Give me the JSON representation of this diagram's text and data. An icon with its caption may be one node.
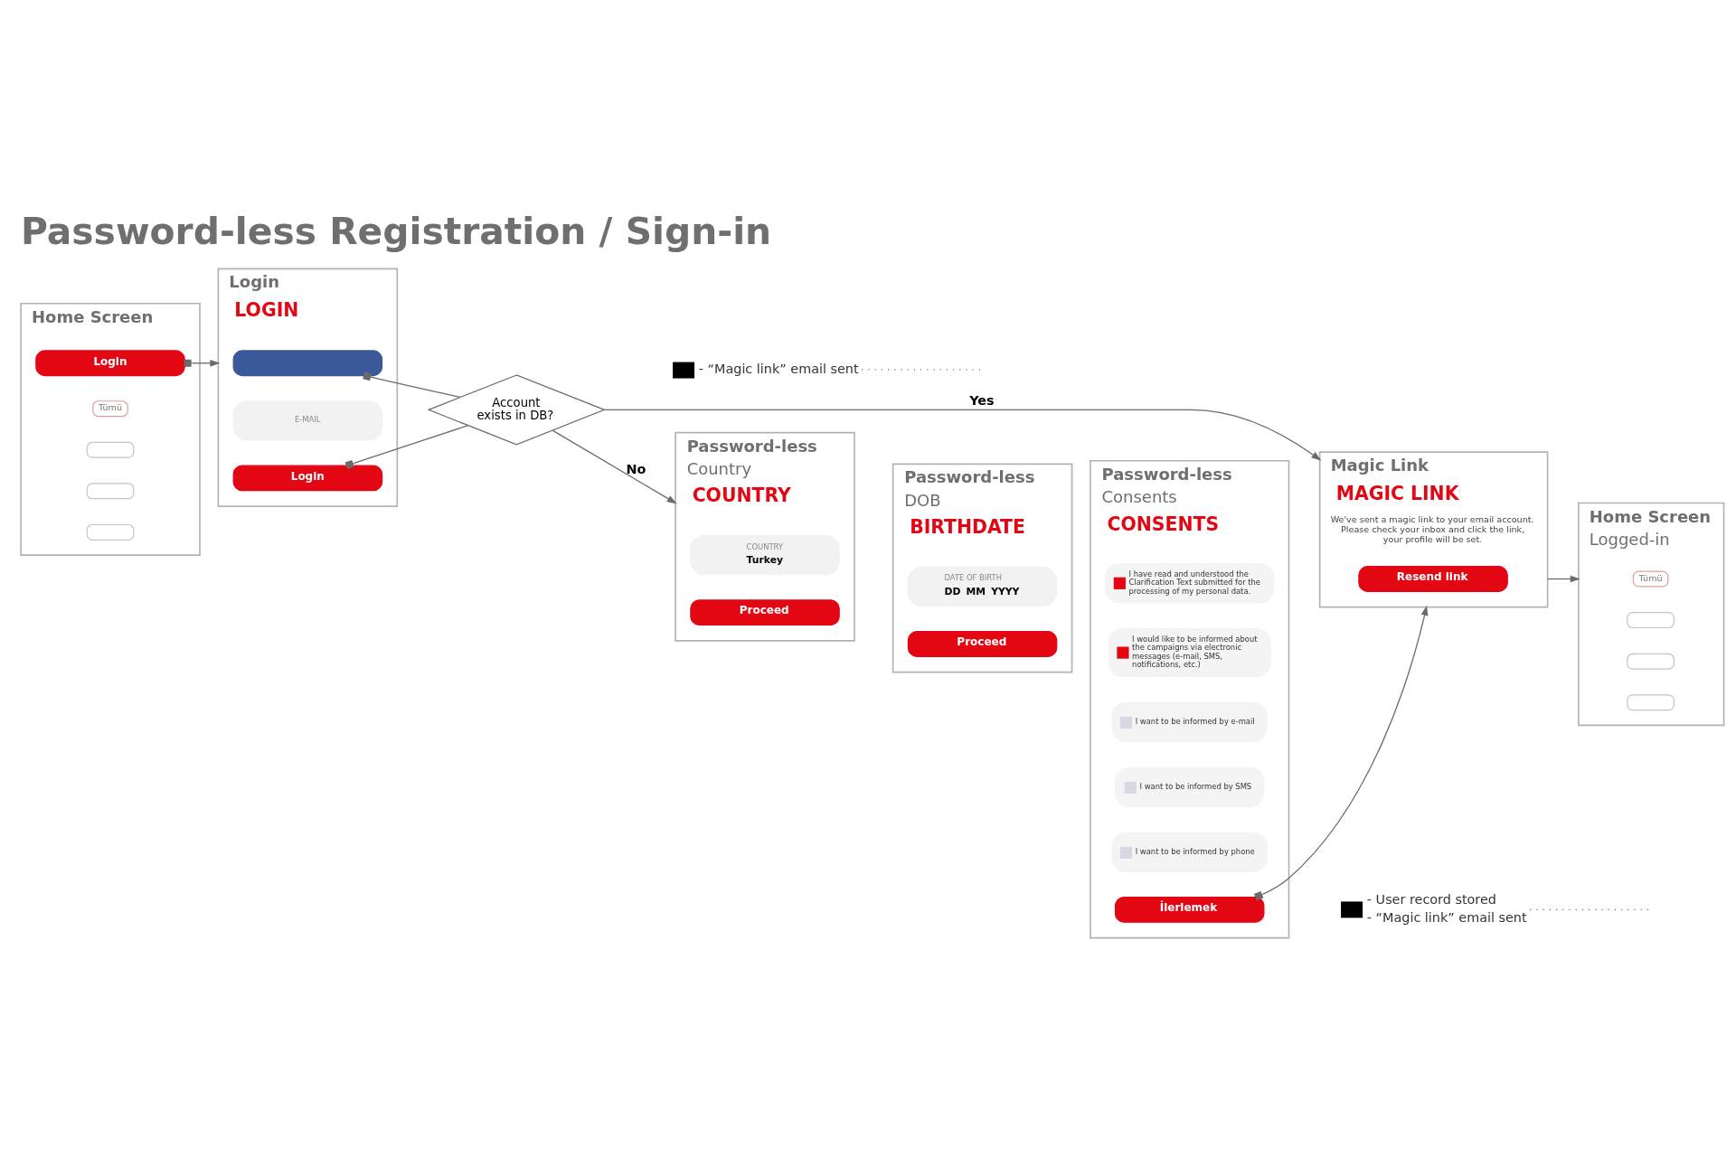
{
  "diagram": {
    "title": "Password-less Registration / Sign-in",
    "nodes": [
      {
        "text": [
          "Home Screen"
        ]
      },
      {
        "text": [
          "Login"
        ],
        "in": 0
      },
      {
        "text": [
          "Tümü"
        ],
        "in": 0
      },
      {
        "text": [],
        "shape": "box",
        "in": 0
      },
      {
        "text": [],
        "shape": "box",
        "in": 0
      },
      {
        "text": [],
        "shape": "box",
        "in": 0
      },
      {
        "text": [
          "Login",
          "LOGIN"
        ]
      },
      {
        "text": [],
        "shape": "box",
        "in": 6
      },
      {
        "text": [
          "E-MAIL"
        ],
        "in": 6
      },
      {
        "text": [
          "Login"
        ],
        "in": 6
      },
      {
        "text": [
          "Account exists in DB?"
        ]
      },
      {
        "text": [
          "- “Magic link” email sent"
        ]
      },
      {
        "text": [
          "Magic Link",
          "MAGIC LINK",
          "We've sent a magic link to your email account. Please check your inbox and click the link, your profile will be set."
        ]
      },
      {
        "text": [
          "Resend link"
        ],
        "in": 12
      },
      {
        "text": [
          "Home Screen",
          "Logged-in"
        ]
      },
      {
        "text": [
          "Tümü"
        ],
        "in": 14
      },
      {
        "text": [],
        "shape": "box",
        "in": 14
      },
      {
        "text": [],
        "shape": "box",
        "in": 14
      },
      {
        "text": [],
        "shape": "box",
        "in": 14
      },
      {
        "text": [
          "Password-less",
          "Country",
          "COUNTRY"
        ]
      },
      {
        "text": [
          "COUNTRY",
          "Turkey"
        ],
        "in": 19
      },
      {
        "text": [
          "Proceed"
        ],
        "in": 19
      },
      {
        "text": [
          "Password-less",
          "DOB",
          "BIRTHDATE"
        ]
      },
      {
        "text": [
          "DATE OF BIRTH",
          "DD",
          "MM",
          "YYYY"
        ],
        "in": 22
      },
      {
        "text": [
          "Proceed"
        ],
        "in": 22
      },
      {
        "text": [
          "Password-less",
          "Consents",
          "CONSENTS"
        ]
      },
      {
        "text": [
          "I have read and understood the Clarification Text submitted for the processing of my personal data."
        ],
        "in": 25
      },
      {
        "text": [
          "I would like to be informed about the campaigns via electronic messages (e-mail, SMS, notifications, etc.)"
        ],
        "in": 25
      },
      {
        "text": [
          "I want to be informed by e-mail"
        ],
        "in": 25
      },
      {
        "text": [
          "I want to be informed by SMS"
        ],
        "in": 25
      },
      {
        "text": [
          "I want to be informed by phone"
        ],
        "in": 25
      },
      {
        "text": [
          "İlerlemek"
        ],
        "in": 25
      },
      {
        "text": [
          "- User record stored",
          "- “Magic link” email sent"
        ]
      }
    ],
    "edges": [
      {
        "from": 1,
        "to": 6,
        "arrow": "to"
      },
      {
        "from": 7,
        "to": 10,
        "arrow": "other"
      },
      {
        "from": 9,
        "to": 10,
        "arrow": "other"
      },
      {
        "from": 10,
        "to": 12,
        "arrow": "to",
        "label": "Yes"
      },
      {
        "from": 10,
        "to": 19,
        "arrow": "to",
        "label": "No"
      },
      {
        "from": 31,
        "to": 12,
        "arrow": "to"
      },
      {
        "from": 12,
        "to": 14,
        "arrow": "to"
      },
      {
        "from": 11,
        "to": null,
        "arrow": "none",
        "style": "dashed"
      },
      {
        "from": 32,
        "to": null,
        "arrow": "none",
        "style": "dashed"
      }
    ]
  }
}
